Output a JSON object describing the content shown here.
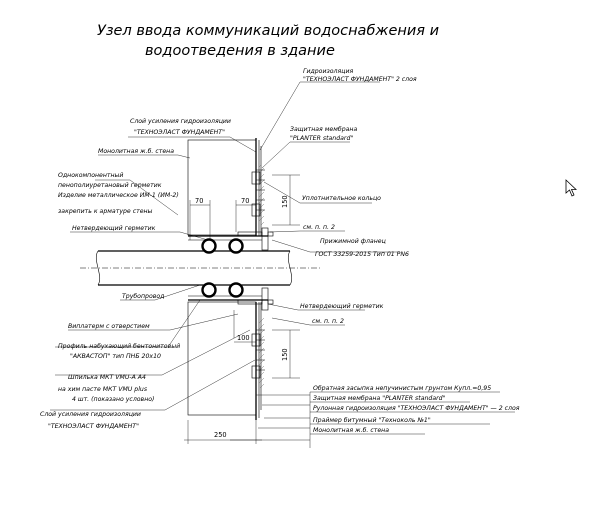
{
  "title": {
    "line1": "Узел ввода коммуникаций водоснабжения и",
    "line2": "водоотведения в здание"
  },
  "labels": {
    "hydro_top": "Гидроизоляция",
    "hydro_top_2": "\"ТЕХНОЭЛАСТ ФУНДАМЕНТ\" 2 слоя",
    "reinforce_top": "Слой усиления гидроизоляции",
    "reinforce_top_2": "\"ТЕХНОЭЛАСТ ФУНДАМЕНТ\"",
    "membrane": "Защитная мембрана",
    "membrane_2": "\"PLANTER standard\"",
    "monolith_wall": "Монолитная ж.б. стена",
    "one_comp_1": "Однокомпонентный",
    "one_comp_2": "пенополиуретановый герметик",
    "one_comp_3": "Изделие металлическое ИМ-1 (ИМ-2)",
    "one_comp_4": "закрепить к арматуре стены",
    "seal_ring": "Уплотнительное кольцо",
    "see_p2_top": "см. п. п. 2",
    "nonhard_top": "Нетвердеющий герметик",
    "flange_1": "Прижимной фланец",
    "flange_2": "ГОСТ 33259-2015  Тип 01 PN6",
    "pipeline": "Трубопровод",
    "nonhard_bottom": "Нетвердеющий герметик",
    "see_p2_bottom": "см. п. п. 2",
    "viplaterm": "Виплатерм с отверстием",
    "profile_1": "Профиль набухающий бентонитовый",
    "profile_2": "\"АКВАСТОП\" тип ПНБ 20х10",
    "stud_1": "Шпилька МКТ VMU-A A4",
    "stud_2": "на хим пасте МКТ VMU plus",
    "stud_3": "4 шт. (показано условно)",
    "reinforce_bottom": "Слой усиления гидроизоляции",
    "reinforce_bottom_2": "\"ТЕХНОЭЛАСТ ФУНДАМЕНТ\""
  },
  "legend": [
    "Обратная засыпка непучинистым грунтом Купл.=0,95",
    "Защитная мембрана \"PLANTER standard\"",
    "Рулонная гидроизоляция \"ТЕХНОЭЛАСТ ФУНДАМЕНТ\" — 2 слоя",
    "Праймер битумный \"Техноколь №1\"",
    "Монолитная ж.б. стена"
  ],
  "dimensions": {
    "d70_left": "70",
    "d70_right": "70",
    "d150_top": "150",
    "d100": "100",
    "d150_bottom": "150",
    "d250": "250"
  },
  "icons": {
    "cursor": "mouse-pointer-icon"
  }
}
